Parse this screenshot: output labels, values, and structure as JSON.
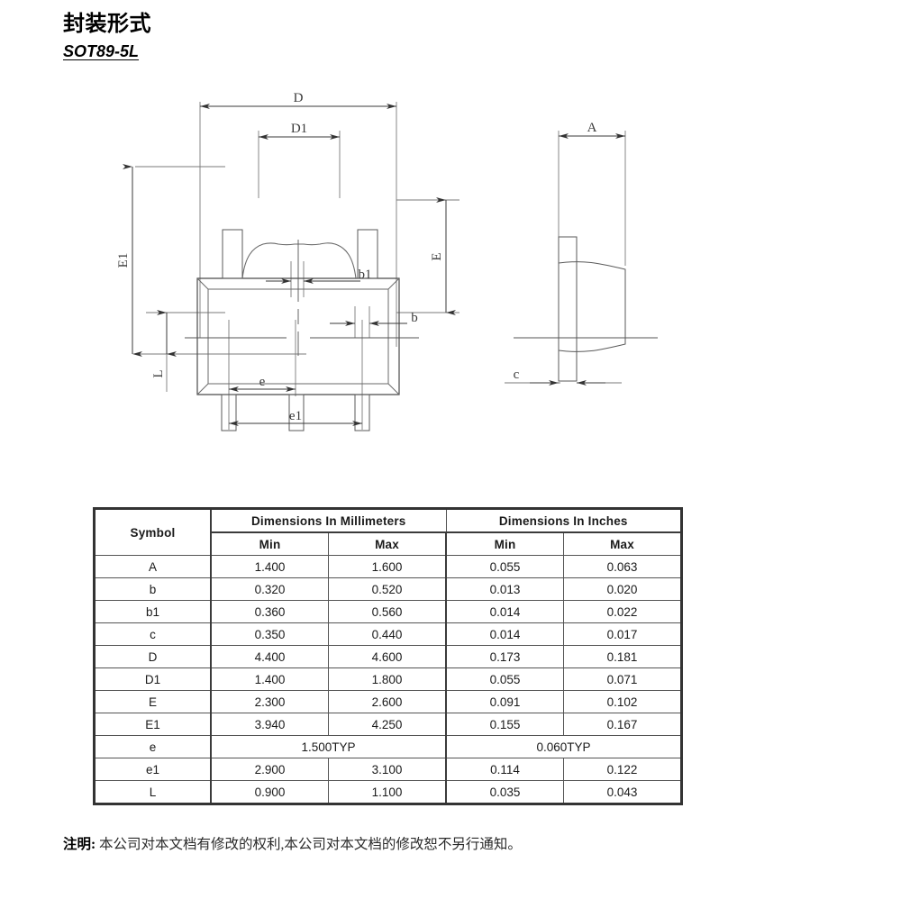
{
  "heading": {
    "title": "封装形式",
    "package_name": "SOT89-5L"
  },
  "drawing": {
    "labels": {
      "d": "D",
      "d1": "D1",
      "e_cap": "E",
      "e1_cap": "E1",
      "b": "b",
      "b1": "b1",
      "e_low": "e",
      "e1_low": "e1",
      "l": "L",
      "a": "A",
      "c": "c"
    }
  },
  "table": {
    "header": {
      "symbol": "Symbol",
      "group_mm": "Dimensions In Millimeters",
      "group_in": "Dimensions In Inches",
      "min": "Min",
      "max": "Max"
    },
    "rows": [
      {
        "symbol": "A",
        "mm_min": "1.400",
        "mm_max": "1.600",
        "in_min": "0.055",
        "in_max": "0.063"
      },
      {
        "symbol": "b",
        "mm_min": "0.320",
        "mm_max": "0.520",
        "in_min": "0.013",
        "in_max": "0.020"
      },
      {
        "symbol": "b1",
        "mm_min": "0.360",
        "mm_max": "0.560",
        "in_min": "0.014",
        "in_max": "0.022"
      },
      {
        "symbol": "c",
        "mm_min": "0.350",
        "mm_max": "0.440",
        "in_min": "0.014",
        "in_max": "0.017"
      },
      {
        "symbol": "D",
        "mm_min": "4.400",
        "mm_max": "4.600",
        "in_min": "0.173",
        "in_max": "0.181"
      },
      {
        "symbol": "D1",
        "mm_min": "1.400",
        "mm_max": "1.800",
        "in_min": "0.055",
        "in_max": "0.071"
      },
      {
        "symbol": "E",
        "mm_min": "2.300",
        "mm_max": "2.600",
        "in_min": "0.091",
        "in_max": "0.102"
      },
      {
        "symbol": "E1",
        "mm_min": "3.940",
        "mm_max": "4.250",
        "in_min": "0.155",
        "in_max": "0.167"
      },
      {
        "symbol": "e",
        "mm_span": "1.500TYP",
        "in_span": "0.060TYP"
      },
      {
        "symbol": "e1",
        "mm_min": "2.900",
        "mm_max": "3.100",
        "in_min": "0.114",
        "in_max": "0.122"
      },
      {
        "symbol": "L",
        "mm_min": "0.900",
        "mm_max": "1.100",
        "in_min": "0.035",
        "in_max": "0.043"
      }
    ]
  },
  "footer": {
    "label": "注明:",
    "text": "本公司对本文档有修改的权利,本公司对本文档的修改恕不另行通知。"
  }
}
